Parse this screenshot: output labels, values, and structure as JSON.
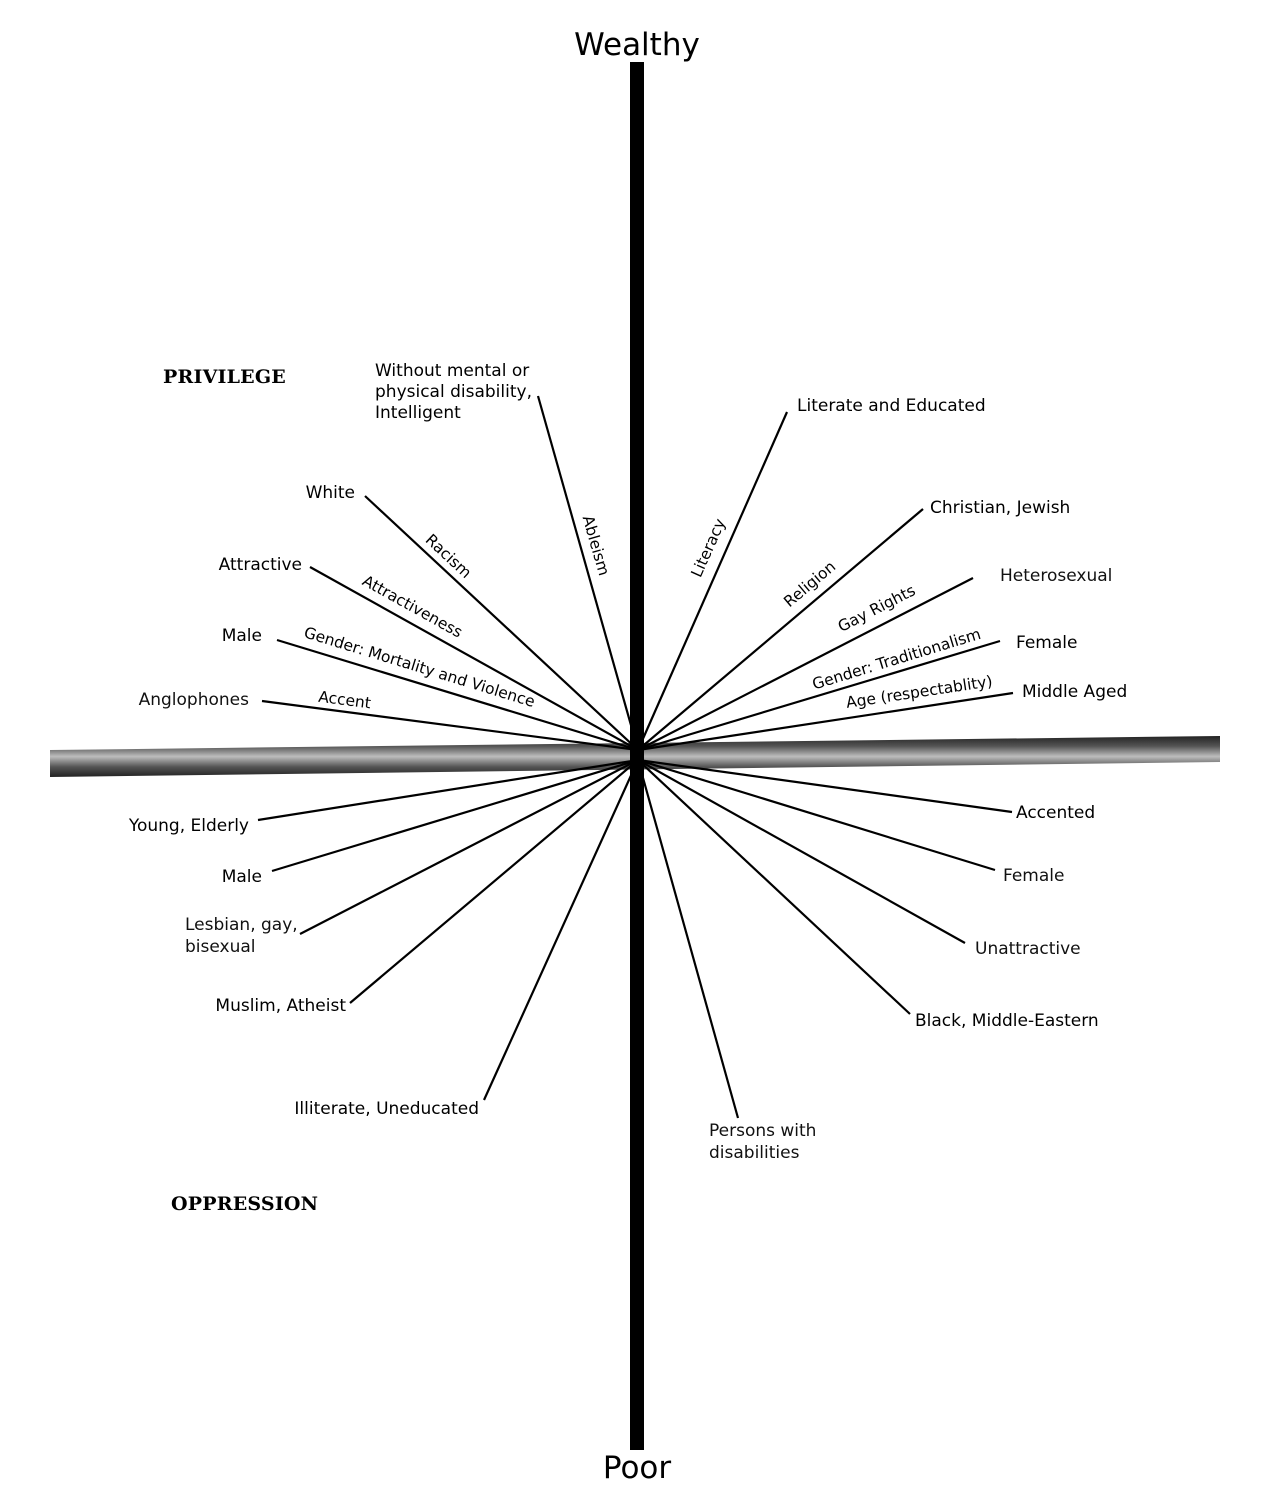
{
  "axes": {
    "top": "Wealthy",
    "bottom": "Poor"
  },
  "headings": {
    "upper_left": "PRIVILEGE",
    "lower_left": "OPPRESSION"
  },
  "privilege_spokes": [
    {
      "label": "Anglophones",
      "axis": "Accent"
    },
    {
      "label": "Male",
      "axis": "Gender: Mortality and Violence"
    },
    {
      "label": "Attractive",
      "axis": "Attractiveness"
    },
    {
      "label": "White",
      "axis": "Racism"
    },
    {
      "label_lines": [
        "Without mental or",
        "physical disability,",
        "Intelligent"
      ],
      "axis": "Ableism"
    },
    {
      "label": "Literate and Educated",
      "axis": "Literacy"
    },
    {
      "label": "Christian, Jewish",
      "axis": "Religion"
    },
    {
      "label": "Heterosexual",
      "axis": "Gay Rights"
    },
    {
      "label": "Female",
      "axis": "Gender: Traditionalism"
    },
    {
      "label": "Middle Aged",
      "axis": "Age (respectablity)"
    }
  ],
  "oppression_spokes": [
    {
      "label": "Young, Elderly"
    },
    {
      "label": "Male"
    },
    {
      "label_lines": [
        "Lesbian, gay,",
        "bisexual"
      ]
    },
    {
      "label": "Muslim, Atheist"
    },
    {
      "label": "Illiterate, Uneducated"
    },
    {
      "label_lines": [
        "Persons with",
        "disabilities"
      ]
    },
    {
      "label": "Black, Middle-Eastern"
    },
    {
      "label": "Unattractive"
    },
    {
      "label": "Female"
    },
    {
      "label": "Accented"
    }
  ]
}
